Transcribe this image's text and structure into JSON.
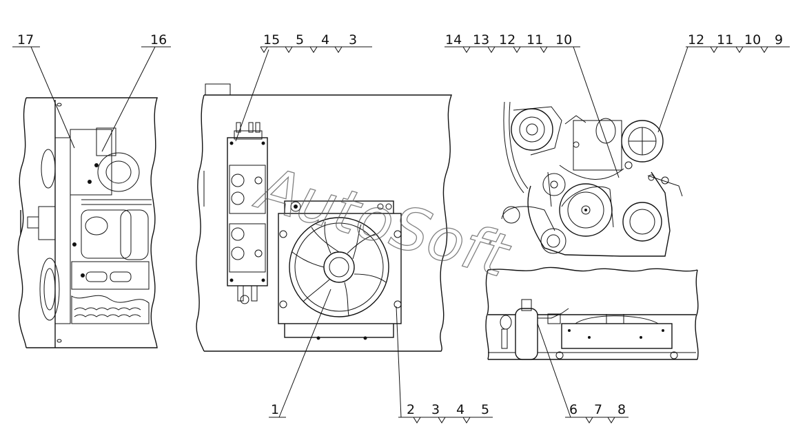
{
  "watermark": "AutoSoft",
  "callout_groups": [
    {
      "id": "g17",
      "items": [
        "17"
      ]
    },
    {
      "id": "g16",
      "items": [
        "16"
      ]
    },
    {
      "id": "g15",
      "items": [
        "15",
        "5",
        "4",
        "3"
      ]
    },
    {
      "id": "g14",
      "items": [
        "14",
        "13",
        "12",
        "11",
        "10"
      ]
    },
    {
      "id": "g12",
      "items": [
        "12",
        "11",
        "10",
        "9"
      ]
    },
    {
      "id": "g1",
      "items": [
        "1"
      ]
    },
    {
      "id": "g2",
      "items": [
        "2",
        "3",
        "4",
        "5"
      ]
    },
    {
      "id": "g6",
      "items": [
        "6",
        "7",
        "8"
      ]
    }
  ]
}
